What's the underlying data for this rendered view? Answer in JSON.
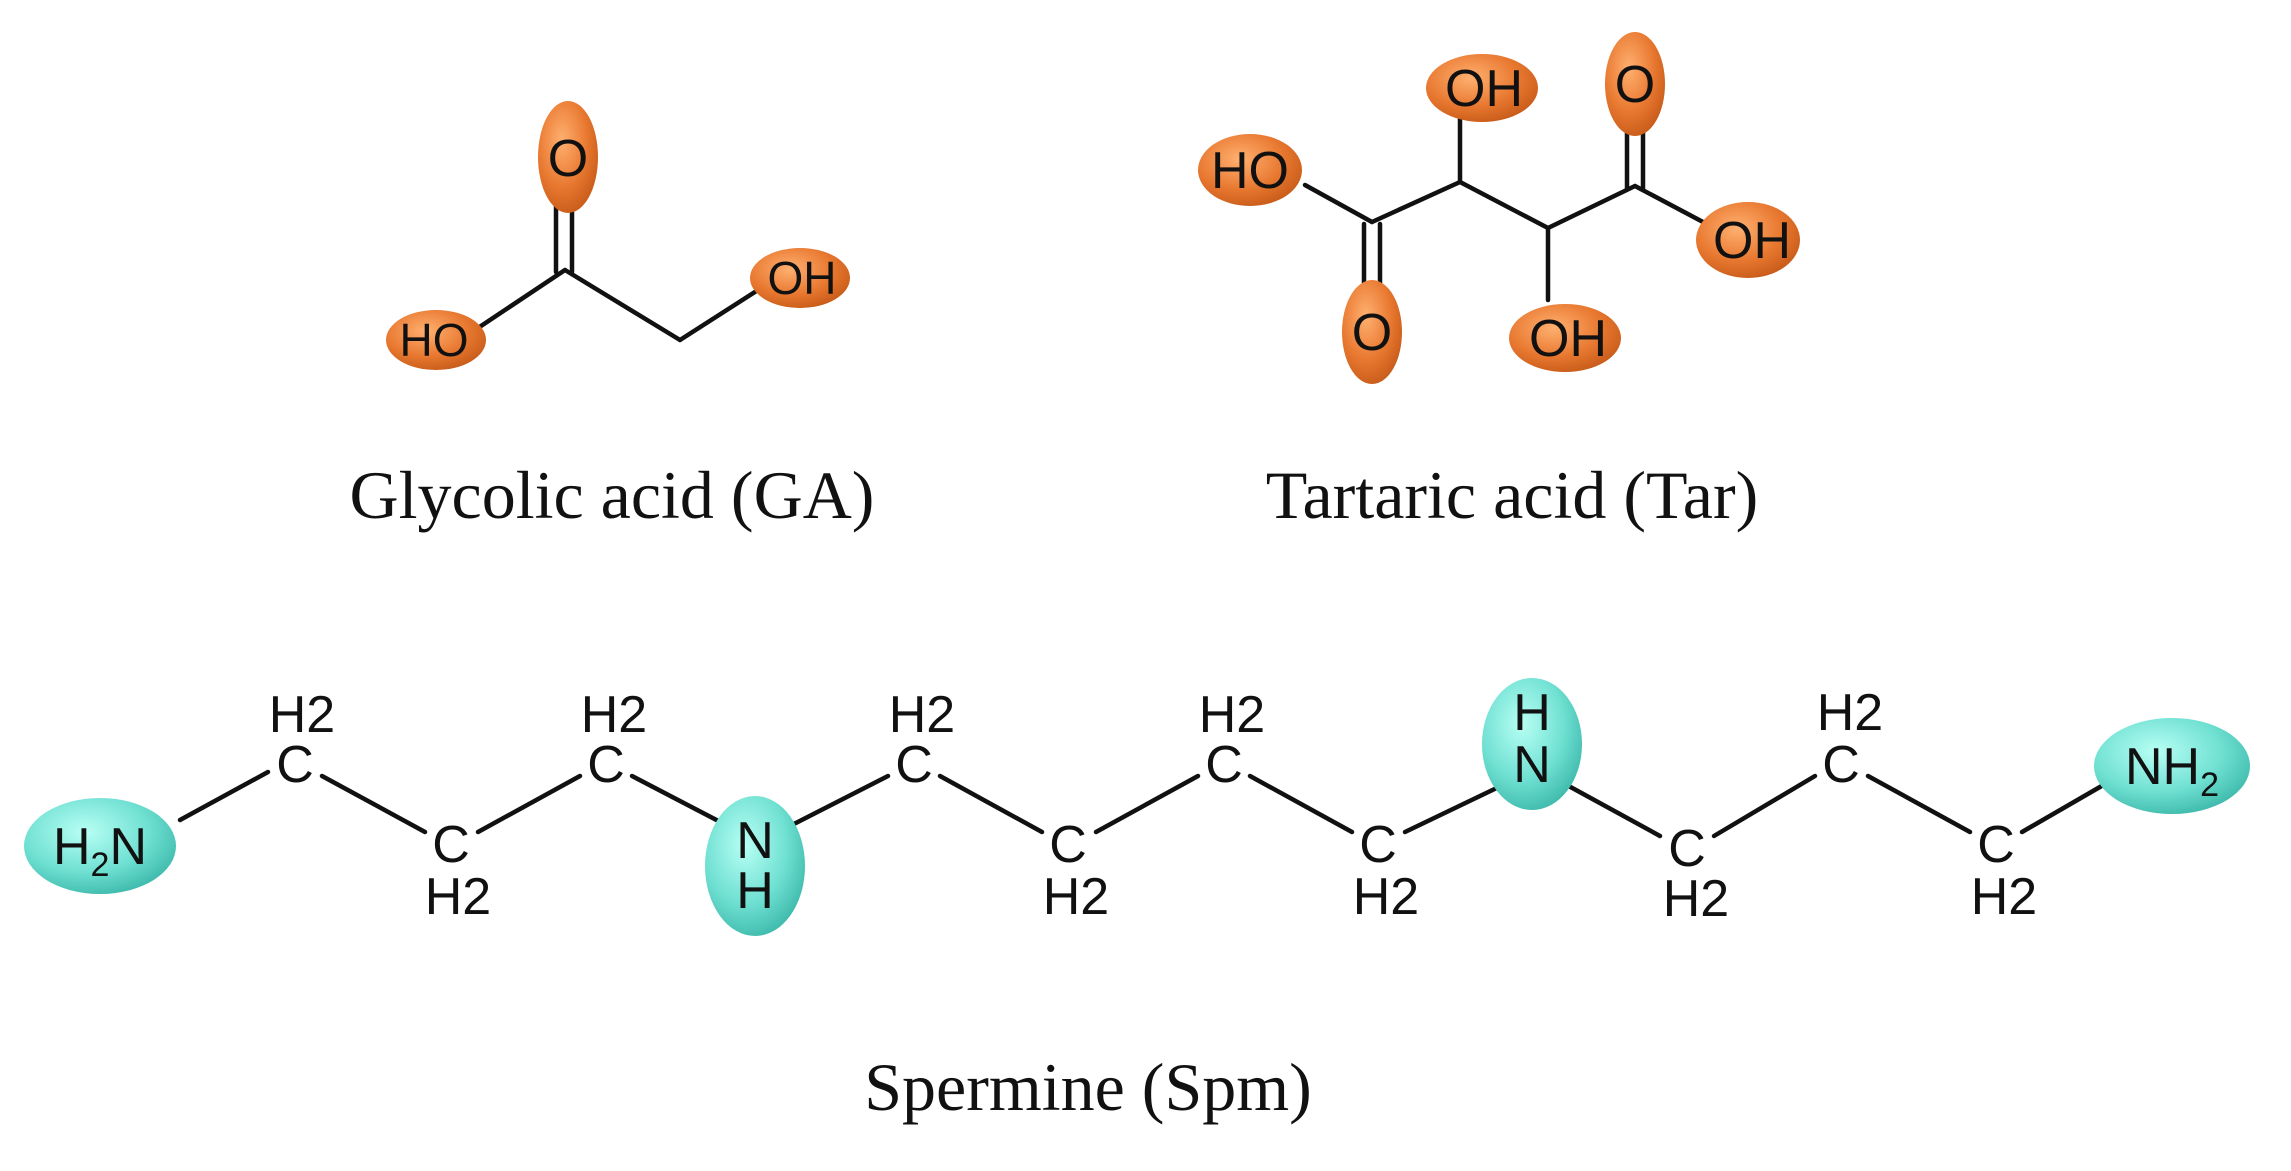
{
  "colors": {
    "oxygen_highlight": "#e87830",
    "nitrogen_highlight": "#6fe0d2",
    "bond": "#111111"
  },
  "molecules": {
    "glycolic": {
      "caption": "Glycolic acid (GA)",
      "atoms": {
        "o_carbonyl": "O",
        "ho": "HO",
        "oh": "OH"
      }
    },
    "tartaric": {
      "caption": "Tartaric acid (Tar)",
      "atoms": {
        "ho_left": "HO",
        "o_left": "O",
        "oh_top": "OH",
        "oh_bottom": "OH",
        "o_right": "O",
        "oh_right": "OH"
      }
    },
    "spermine": {
      "caption": "Spermine (Spm)",
      "atoms": {
        "h2n_left": "H2N",
        "nh2_right": "NH2",
        "nh_n": "N",
        "nh_h": "H",
        "c": "C",
        "h2": "H2",
        "h": "H",
        "n": "N",
        "two": "2"
      }
    }
  }
}
